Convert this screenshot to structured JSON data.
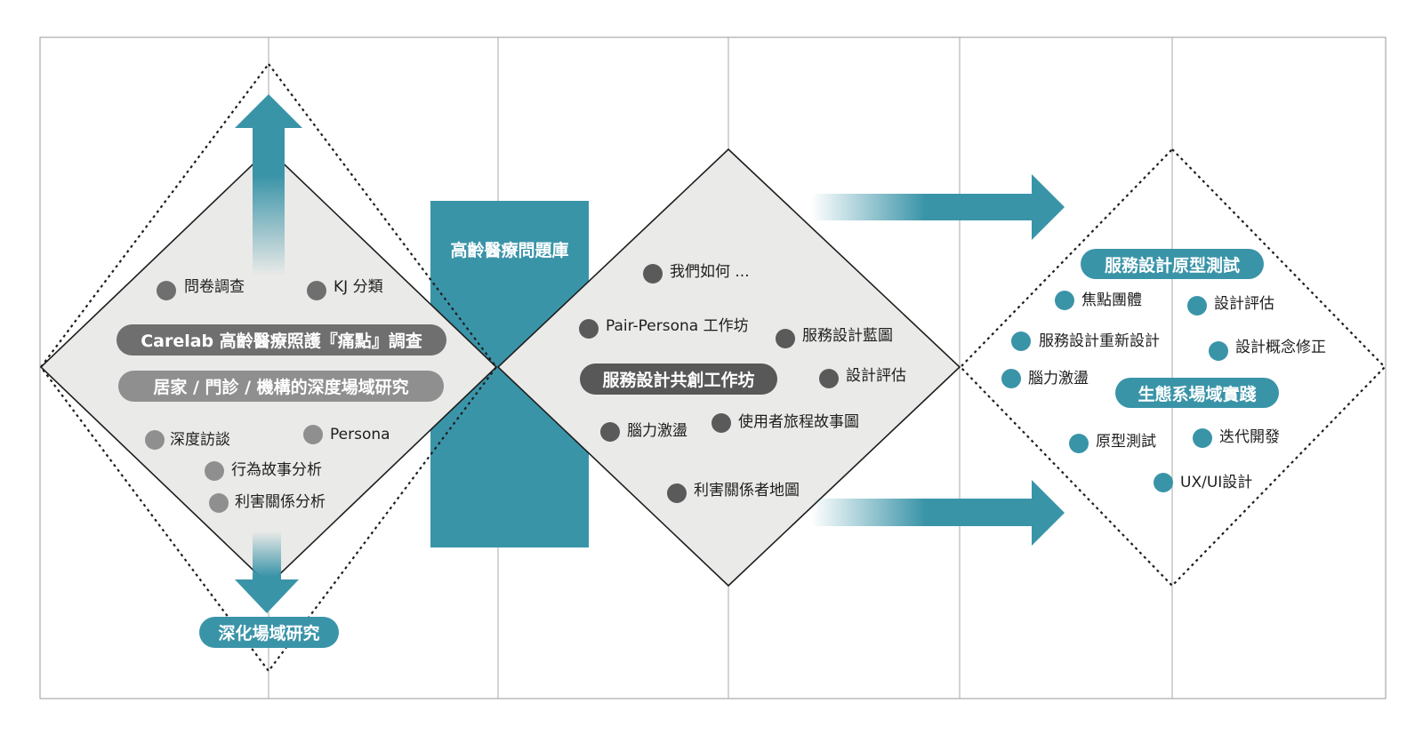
{
  "colors": {
    "teal": "#3a94a8",
    "dark_gray_dot": "#5a5a5a",
    "mid_gray_dot": "#6f6f6f",
    "light_gray_dot": "#8f8f8f",
    "diamond_fill": "#eaeae8"
  },
  "left_diamond": {
    "top_items": [
      "問卷調查",
      "KJ 分類"
    ],
    "banner_primary": "Carelab 高齡醫療照護『痛點』調查",
    "banner_secondary": "居家 / 門診 / 機構的深度場域研究",
    "bottom_items": [
      "深度訪談",
      "Persona",
      "行為故事分析",
      "利害關係分析"
    ],
    "footer_pill": "深化場域研究"
  },
  "center_box": {
    "title": "高齡醫療問題庫"
  },
  "center_diamond": {
    "items": [
      "我們如何 ...",
      "Pair-Persona 工作坊",
      "服務設計藍圖",
      "設計評估",
      "腦力激盪",
      "使用者旅程故事圖",
      "利害關係者地圖"
    ],
    "banner": "服務設計共創工作坊"
  },
  "right_diamond": {
    "pill_top": "服務設計原型測試",
    "items_top": [
      "焦點團體",
      "設計評估",
      "服務設計重新設計",
      "設計概念修正",
      "腦力激盪"
    ],
    "pill_bottom": "生態系場域實踐",
    "items_bottom": [
      "原型測試",
      "迭代開發",
      "UX/UI設計"
    ]
  }
}
